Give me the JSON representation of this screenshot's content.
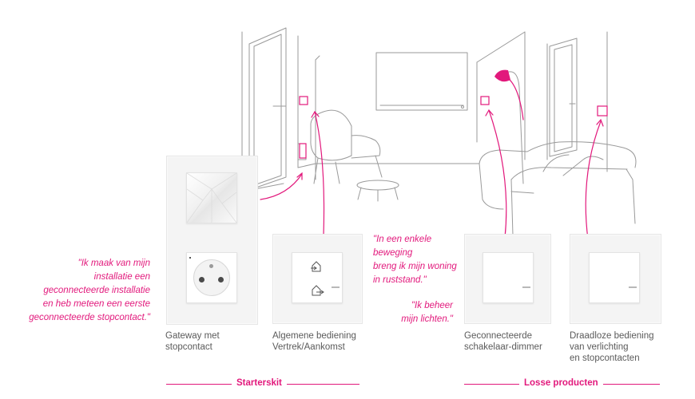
{
  "quotes": {
    "installer": "\"Ik maak van mijn\ninstallatie een\ngeconnecteerde installatie\nen heb meteen een eerste\ngeconnecteerde stopcontact.\"",
    "movement": "\"In een enkele\nbeweging\nbreng ik mijn woning\nin ruststand.\"",
    "lights": "\"Ik beheer\nmijn lichten.\""
  },
  "products": [
    {
      "caption": "Gateway met\nstopcontact"
    },
    {
      "caption": "Algemene bediening\nVertrek/Aankomst"
    },
    {
      "caption": "Geconnecteerde\nschakelaar-dimmer"
    },
    {
      "caption": "Draadloze bediening\nvan verlichting\nen stopcontacten"
    }
  ],
  "sections": {
    "starter_kit": "Starterskit",
    "separate": "Losse producten"
  },
  "colors": {
    "accent": "#e2197c",
    "line_art": "#9a9a9a",
    "caption": "#5a5a5a"
  },
  "icons": [
    "home-arrive-icon",
    "home-leave-icon",
    "power-socket-icon",
    "faceted-gateway-icon",
    "floor-lamp-icon"
  ]
}
